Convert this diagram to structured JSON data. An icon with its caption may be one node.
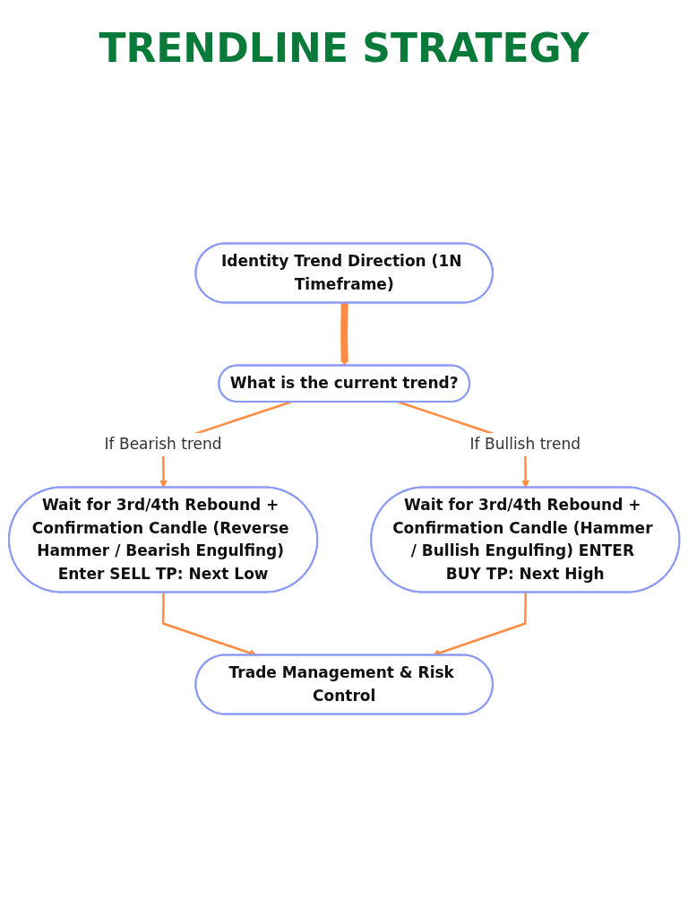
{
  "diagram": {
    "title": "TRENDLINE STRATEGY",
    "nodes": [
      {
        "text": [
          "Identity Trend Direction (1N Timeframe)"
        ]
      },
      {
        "text": [
          "What is the current trend?"
        ]
      },
      {
        "text": [
          "Wait for 3rd/4th Rebound + Confirmation Candle (Reverse Hammer / Bearish Engulfing) Enter SELL TP: Next Low"
        ]
      },
      {
        "text": [
          "Wait for 3rd/4th Rebound + Confirmation Candle (Hammer / Bullish Engulfing) ENTER BUY TP: Next High"
        ]
      },
      {
        "text": [
          "Trade Management & Risk Control"
        ]
      }
    ],
    "edges": [
      {
        "from": 0,
        "to": 1,
        "arrow": "to",
        "style": "thick"
      },
      {
        "from": 1,
        "to": 2,
        "arrow": "to",
        "label": "If Bearish trend"
      },
      {
        "from": 1,
        "to": 3,
        "arrow": "to",
        "label": "If Bullish trend"
      },
      {
        "from": 2,
        "to": 4,
        "arrow": "to"
      },
      {
        "from": 3,
        "to": 4,
        "arrow": "to"
      }
    ]
  }
}
